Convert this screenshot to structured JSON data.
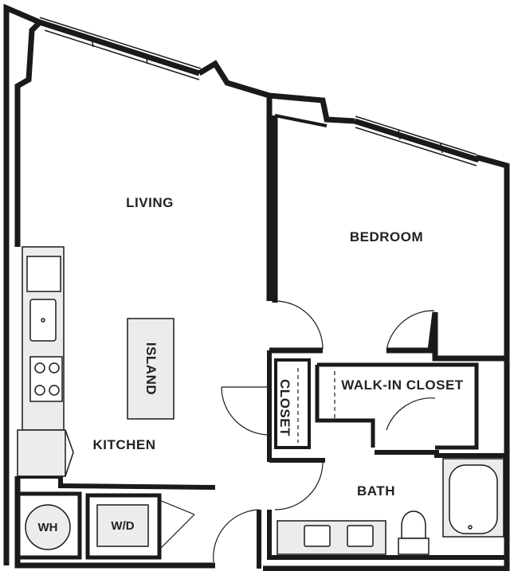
{
  "rooms": {
    "living": "LIVING",
    "bedroom": "BEDROOM",
    "island": "ISLAND",
    "kitchen": "KITCHEN",
    "closet": "CLOSET",
    "walk_in_closet": "WALK-IN CLOSET",
    "bath": "BATH",
    "water_heater": "WH",
    "washer_dryer": "W/D"
  }
}
